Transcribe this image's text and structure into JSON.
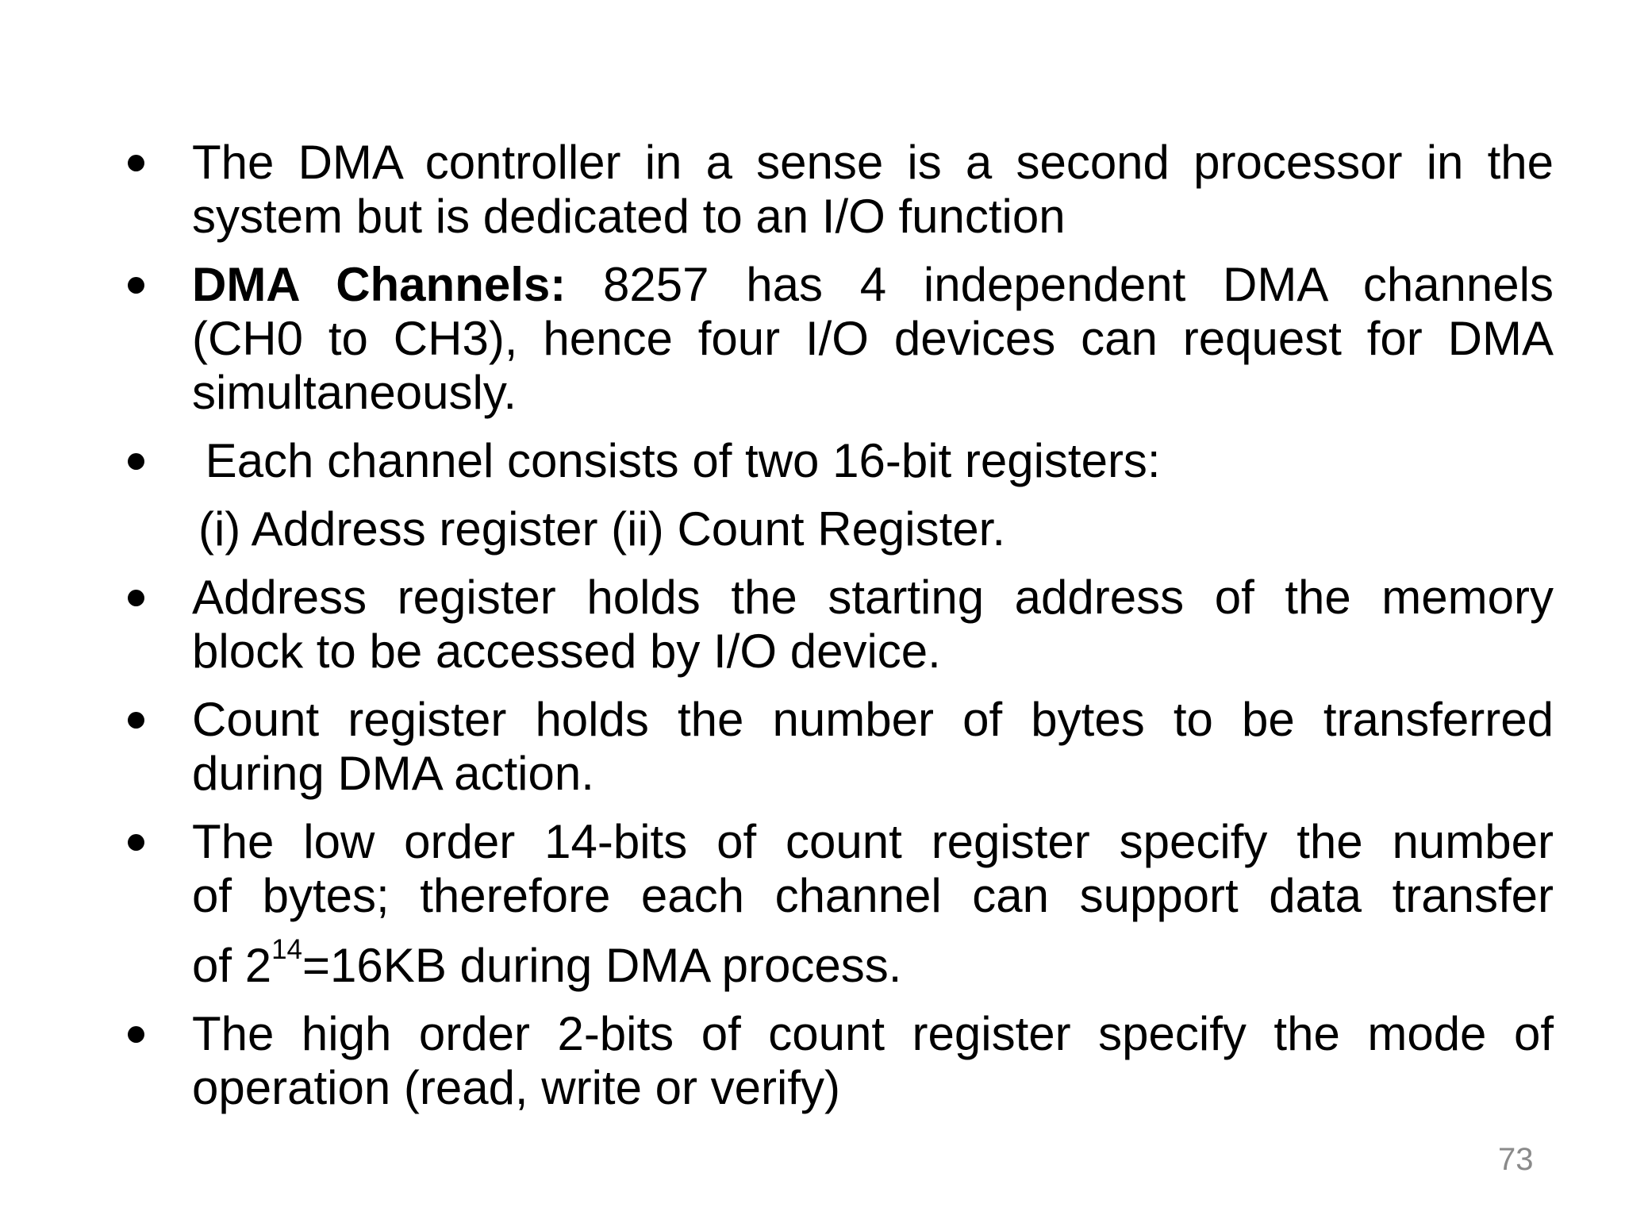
{
  "slide": {
    "paragraphs": {
      "p1": {
        "l1": "The DMA controller in a sense is a second processor in the",
        "l2": "system but is dedicated to an I/O function"
      },
      "p2": {
        "l1_bold": "DMA Channels:",
        "l1_rest": " 8257 has 4 independent DMA channels",
        "l2": "(CH0 to CH3), hence four I/O devices can request for DMA",
        "l3": "simultaneously."
      },
      "p3": {
        "l1": " Each channel consists of two 16-bit registers:"
      },
      "p3_cont": {
        "l1": "(i) Address register (ii) Count Register."
      },
      "p4": {
        "l1": "Address register holds the starting address of the memory",
        "l2": "block to be accessed by I/O device."
      },
      "p5": {
        "l1": "Count register holds the number of bytes to be transferred",
        "l2": "during DMA action."
      },
      "p6": {
        "l1": "The low order 14-bits of count register specify the number",
        "l2": "of bytes; therefore each channel can support data transfer",
        "l3_pre": "of 2",
        "l3_sup": "14",
        "l3_post": "=16KB during DMA process."
      },
      "p7": {
        "l1": "The high order 2-bits of count register specify the mode of",
        "l2": "operation (read, write or verify)"
      }
    },
    "footer": {
      "page_number": "73"
    },
    "colors": {
      "background": "#ffffff",
      "text": "#000000",
      "page_number": "#8a8a8a"
    }
  }
}
